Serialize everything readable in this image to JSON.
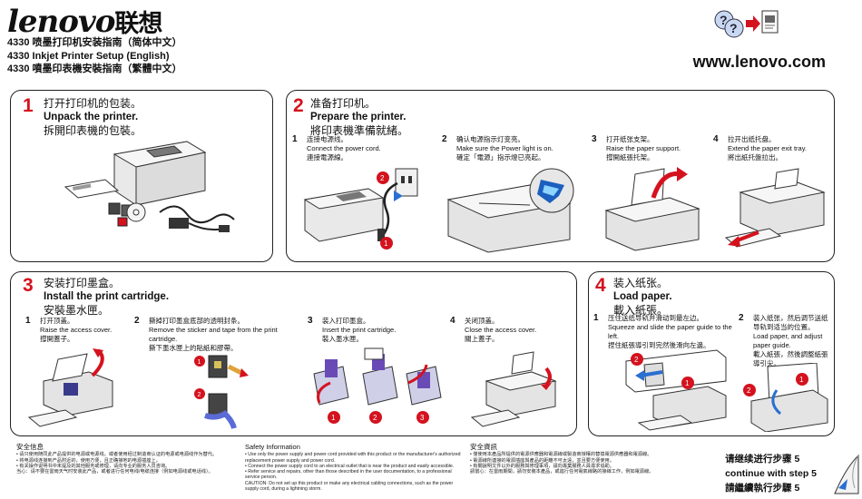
{
  "header": {
    "brand": "lenovo",
    "brand_cn": "联想",
    "title_sc": "4330 喷墨打印机安装指南（简体中文）",
    "title_en": "4330 Inkjet Printer Setup (English)",
    "title_tc": "4330 噴墨印表機安裝指南（繁體中文）",
    "url": "www.lenovo.com"
  },
  "steps": [
    {
      "number": "1",
      "sc": "打开打印机的包装。",
      "en": "Unpack the printer.",
      "tc": "拆開印表機的包裝。"
    },
    {
      "number": "2",
      "sc": "准备打印机。",
      "en": "Prepare the printer.",
      "tc": "將印表機準備就緒。",
      "substeps": [
        {
          "n": "1",
          "sc": "连接电源线。",
          "en": "Connect the power cord.",
          "tc": "連接電源線。"
        },
        {
          "n": "2",
          "sc": "确认电源指示灯变亮。",
          "en": "Make sure the Power light is on.",
          "tc": "確定「電源」指示燈已亮起。"
        },
        {
          "n": "3",
          "sc": "打开纸张支架。",
          "en": "Raise the paper support.",
          "tc": "撐開紙張托架。"
        },
        {
          "n": "4",
          "sc": "拉开出纸托盘。",
          "en": "Extend the paper exit tray.",
          "tc": "將出紙托盤拉出。"
        }
      ]
    },
    {
      "number": "3",
      "sc": "安装打印墨盒。",
      "en": "Install the print cartridge.",
      "tc": "安裝墨水匣。",
      "substeps": [
        {
          "n": "1",
          "sc": "打开顶盖。",
          "en": "Raise the access cover.",
          "tc": "撐開蓋子。"
        },
        {
          "n": "2",
          "sc": "撕掉打印墨盒底部的透明封条。",
          "en": "Remove the sticker and tape from the print cartridge.",
          "tc": "撕下墨水匣上的貼紙和膠帶。"
        },
        {
          "n": "3",
          "sc": "装入打印墨盒。",
          "en": "Insert the print cartridge.",
          "tc": "裝入墨水匣。"
        },
        {
          "n": "4",
          "sc": "关闭顶盖。",
          "en": "Close the access cover.",
          "tc": "關上蓋子。"
        }
      ]
    },
    {
      "number": "4",
      "sc": "装入纸张。",
      "en": "Load paper.",
      "tc": "載入紙張。",
      "substeps": [
        {
          "n": "1",
          "sc": "压住送纸导轨并滑动到最左边。",
          "en": "Squeeze and slide the paper guide to the left.",
          "tc": "捏住紙張導引到完然後滑向左邊。"
        },
        {
          "n": "2",
          "sc": "装入纸张，然后调节送纸导轨到适当的位置。",
          "en": "Load paper, and adjust paper guide.",
          "tc": "載入紙張，然後調整紙張導引尖。"
        }
      ]
    }
  ],
  "callouts": [
    "1",
    "2",
    "3"
  ],
  "footer": {
    "safety_sc_title": "安全信息",
    "safety_sc_lines": [
      "• 请只使用随同此产品提供的电源或电源线，或者使用经过制造商认证的电源或电源线作为替代。",
      "• 将电源线连接到产品附近的，使用方便，且正确接地的电源插座上。",
      "• 有关操作说明书中未提及的其他服务或修理，请向专业的服务人员咨询。",
      "当心：请不要在雷雨天气时安装此产品，或者进行任何电线/电缆连接（例如电源线或电话线）。"
    ],
    "safety_en_title": "Safety Information",
    "safety_en_lines": [
      "• Use only the power supply and power cord provided with this product or the manufacturer's authorized replacement power supply and power cord.",
      "• Connect the power supply cord to an electrical outlet that is near the product and easily accessible.",
      "• Refer service and repairs, other than those described in the user documentation, to a professional service person.",
      "CAUTION: Do not set up this product or make any electrical cabling connections, such as the power supply cord, during a lightning storm."
    ],
    "safety_tc_title": "安全資訊",
    "safety_tc_lines": [
      "• 僅使用本產品所提供的電源供應器和電源線或製造商授權的替換電源供應器和電源線。",
      "• 電源線所連接的電源插座與產品的距離不可太遠，並且要方便使用。",
      "• 有關說明文件以外的服務與修理事項，請向專業服務人員尋求協助。",
      "請當心：在雷雨期間，請勿安裝本產品，或進行任何電氣線路的接線工作，例如電源線。"
    ],
    "continue_sc": "请继续进行步骤 5",
    "continue_en": "continue with step 5",
    "continue_tc": "請繼續執行步驟 5"
  },
  "colors": {
    "accent_red": "#d4121e",
    "panel_border": "#222222",
    "arrow_blue": "#2a6fd1"
  },
  "icons": [
    "help-icon",
    "page-curl-icon"
  ]
}
